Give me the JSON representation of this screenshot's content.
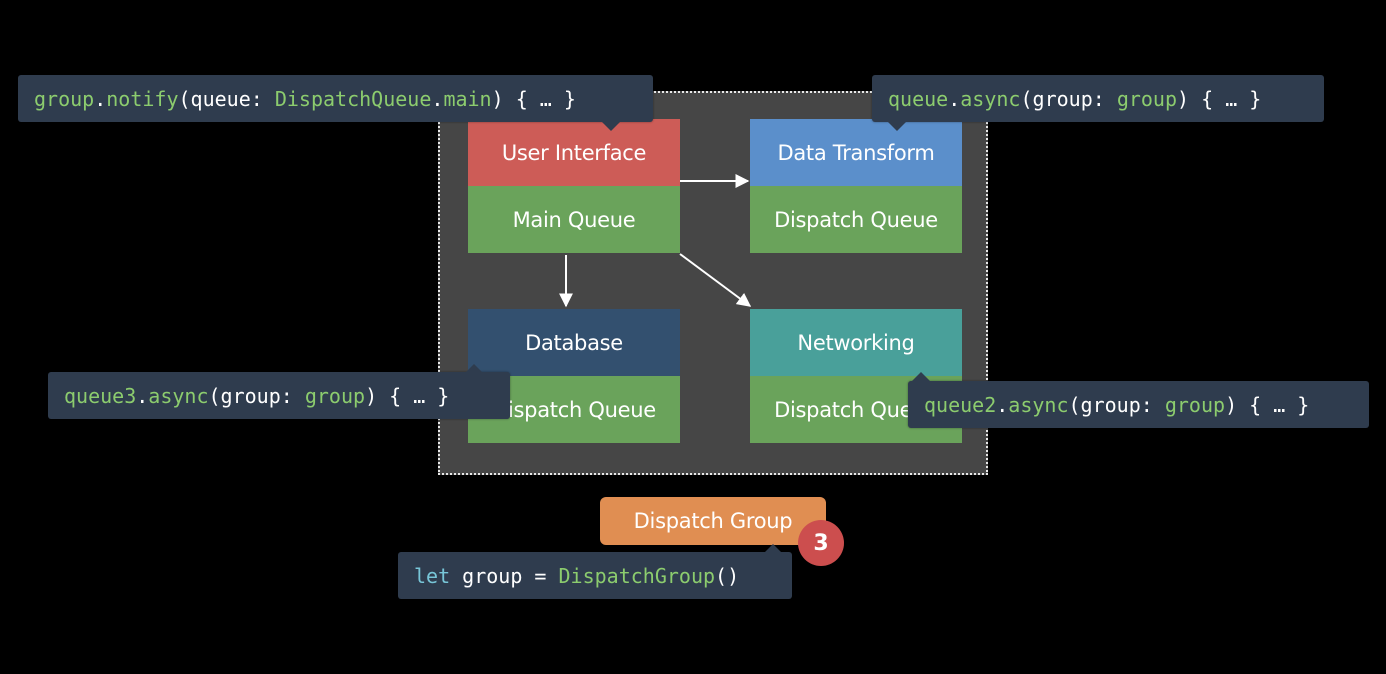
{
  "nodes": {
    "ui": {
      "head": "User Interface",
      "foot": "Main Queue",
      "head_color": "#cd5c57"
    },
    "data": {
      "head": "Data Transform",
      "foot": "Dispatch Queue",
      "head_color": "#5b8fcb"
    },
    "database": {
      "head": "Database",
      "foot": "Dispatch Queue",
      "head_color": "#33506f"
    },
    "network": {
      "head": "Networking",
      "foot": "Dispatch Queue",
      "head_color": "#49a09a"
    }
  },
  "code": {
    "notify": {
      "t1": "group",
      "t2": ".",
      "t3": "notify",
      "t4": "(queue: ",
      "t5": "DispatchQueue",
      "t6": ".",
      "t7": "main",
      "t8": ") { … }"
    },
    "async1": {
      "t1": "queue",
      "t2": ".",
      "t3": "async",
      "t4": "(group: ",
      "t5": "group",
      "t6": ") { … }"
    },
    "async3": {
      "t1": "queue3",
      "t2": ".",
      "t3": "async",
      "t4": "(group: ",
      "t5": "group",
      "t6": ") { … }"
    },
    "async2": {
      "t1": "queue2",
      "t2": ".",
      "t3": "async",
      "t4": "(group: ",
      "t5": "group",
      "t6": ") { … }"
    },
    "let": {
      "t1": "let",
      "t2": " group = ",
      "t3": "DispatchGroup",
      "t4": "()"
    }
  },
  "group_label": "Dispatch Group",
  "badge": "3",
  "colors": {
    "queue_green": "#6aa35b",
    "code_bg": "#2f3c4e",
    "group_orange": "#e08e52",
    "badge_red": "#cc4e4e"
  }
}
